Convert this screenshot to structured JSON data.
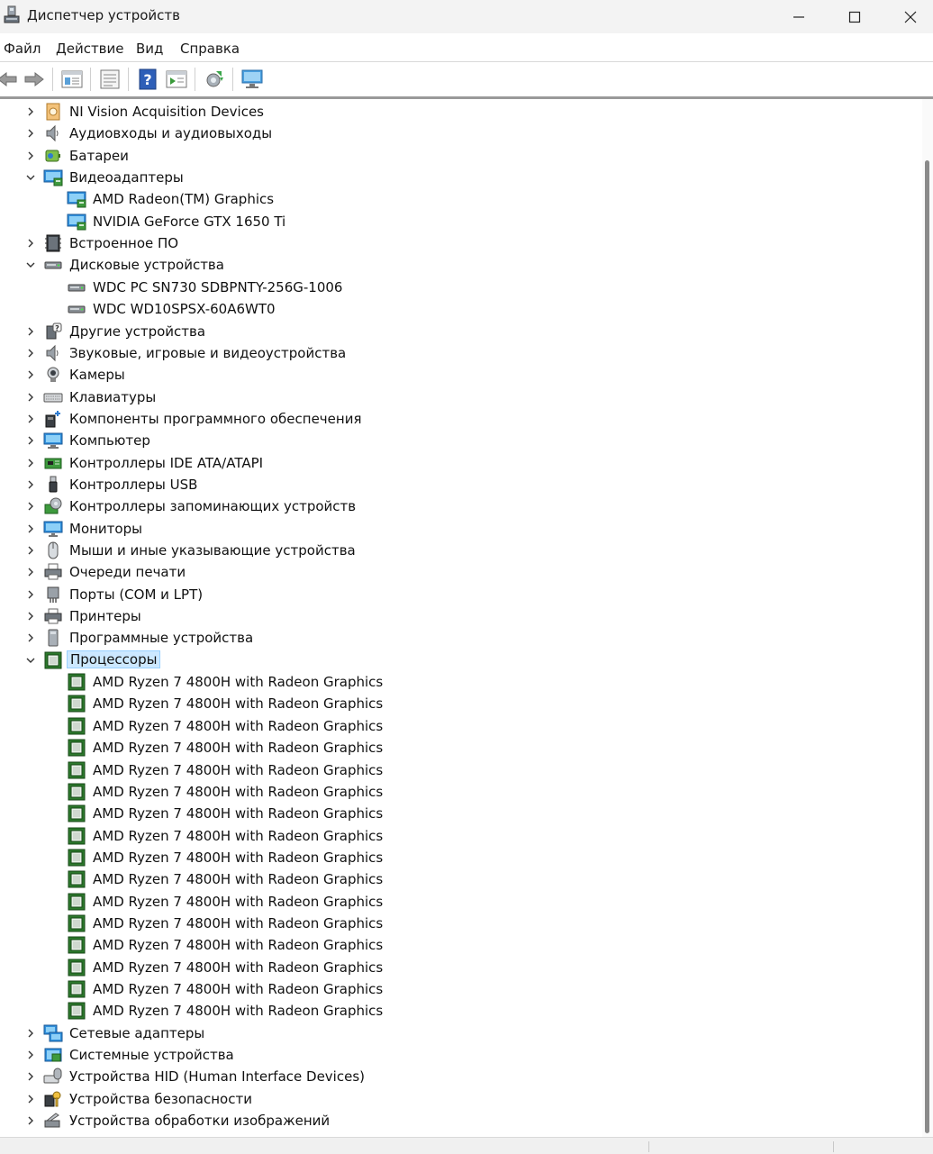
{
  "window": {
    "title": "Диспетчер устройств"
  },
  "menu": [
    "Файл",
    "Действие",
    "Вид",
    "Справка"
  ],
  "toolbar": [
    "back-icon",
    "forward-icon",
    "properties-icon",
    "list-view-icon",
    "help-icon",
    "action-view-icon",
    "update-driver-icon",
    "monitor-scan-icon"
  ],
  "tree": [
    {
      "label": "NI Vision Acquisition Devices",
      "icon": "vision-device-icon",
      "level": 0,
      "state": "collapsed"
    },
    {
      "label": "Аудиовходы и аудиовыходы",
      "icon": "speaker-icon",
      "level": 0,
      "state": "collapsed"
    },
    {
      "label": "Батареи",
      "icon": "battery-icon",
      "level": 0,
      "state": "collapsed"
    },
    {
      "label": "Видеоадаптеры",
      "icon": "display-adapter-icon",
      "level": 0,
      "state": "expanded"
    },
    {
      "label": "AMD Radeon(TM) Graphics",
      "icon": "display-adapter-icon",
      "level": 1,
      "state": "leaf"
    },
    {
      "label": "NVIDIA GeForce GTX 1650 Ti",
      "icon": "display-adapter-icon",
      "level": 1,
      "state": "leaf"
    },
    {
      "label": "Встроенное ПО",
      "icon": "firmware-icon",
      "level": 0,
      "state": "collapsed"
    },
    {
      "label": "Дисковые устройства",
      "icon": "disk-drive-icon",
      "level": 0,
      "state": "expanded"
    },
    {
      "label": "WDC PC SN730 SDBPNTY-256G-1006",
      "icon": "disk-drive-icon",
      "level": 1,
      "state": "leaf"
    },
    {
      "label": "WDC WD10SPSX-60A6WT0",
      "icon": "disk-drive-icon",
      "level": 1,
      "state": "leaf"
    },
    {
      "label": "Другие устройства",
      "icon": "unknown-device-icon",
      "level": 0,
      "state": "collapsed"
    },
    {
      "label": "Звуковые, игровые и видеоустройства",
      "icon": "speaker-icon",
      "level": 0,
      "state": "collapsed"
    },
    {
      "label": "Камеры",
      "icon": "camera-icon",
      "level": 0,
      "state": "collapsed"
    },
    {
      "label": "Клавиатуры",
      "icon": "keyboard-icon",
      "level": 0,
      "state": "collapsed"
    },
    {
      "label": "Компоненты программного обеспечения",
      "icon": "software-component-icon",
      "level": 0,
      "state": "collapsed"
    },
    {
      "label": "Компьютер",
      "icon": "computer-icon",
      "level": 0,
      "state": "collapsed"
    },
    {
      "label": "Контроллеры IDE ATA/ATAPI",
      "icon": "ide-controller-icon",
      "level": 0,
      "state": "collapsed"
    },
    {
      "label": "Контроллеры USB",
      "icon": "usb-icon",
      "level": 0,
      "state": "collapsed"
    },
    {
      "label": "Контроллеры запоминающих устройств",
      "icon": "storage-controller-icon",
      "level": 0,
      "state": "collapsed"
    },
    {
      "label": "Мониторы",
      "icon": "monitor-icon",
      "level": 0,
      "state": "collapsed"
    },
    {
      "label": "Мыши и иные указывающие устройства",
      "icon": "mouse-icon",
      "level": 0,
      "state": "collapsed"
    },
    {
      "label": "Очереди печати",
      "icon": "print-queue-icon",
      "level": 0,
      "state": "collapsed"
    },
    {
      "label": "Порты (COM и LPT)",
      "icon": "port-icon",
      "level": 0,
      "state": "collapsed"
    },
    {
      "label": "Принтеры",
      "icon": "printer-icon",
      "level": 0,
      "state": "collapsed"
    },
    {
      "label": "Программные устройства",
      "icon": "software-device-icon",
      "level": 0,
      "state": "collapsed"
    },
    {
      "label": "Процессоры",
      "icon": "processor-icon",
      "level": 0,
      "state": "expanded",
      "selected": true
    },
    {
      "label": "AMD Ryzen 7 4800H with Radeon Graphics",
      "icon": "processor-icon",
      "level": 1,
      "state": "leaf"
    },
    {
      "label": "AMD Ryzen 7 4800H with Radeon Graphics",
      "icon": "processor-icon",
      "level": 1,
      "state": "leaf"
    },
    {
      "label": "AMD Ryzen 7 4800H with Radeon Graphics",
      "icon": "processor-icon",
      "level": 1,
      "state": "leaf"
    },
    {
      "label": "AMD Ryzen 7 4800H with Radeon Graphics",
      "icon": "processor-icon",
      "level": 1,
      "state": "leaf"
    },
    {
      "label": "AMD Ryzen 7 4800H with Radeon Graphics",
      "icon": "processor-icon",
      "level": 1,
      "state": "leaf"
    },
    {
      "label": "AMD Ryzen 7 4800H with Radeon Graphics",
      "icon": "processor-icon",
      "level": 1,
      "state": "leaf"
    },
    {
      "label": "AMD Ryzen 7 4800H with Radeon Graphics",
      "icon": "processor-icon",
      "level": 1,
      "state": "leaf"
    },
    {
      "label": "AMD Ryzen 7 4800H with Radeon Graphics",
      "icon": "processor-icon",
      "level": 1,
      "state": "leaf"
    },
    {
      "label": "AMD Ryzen 7 4800H with Radeon Graphics",
      "icon": "processor-icon",
      "level": 1,
      "state": "leaf"
    },
    {
      "label": "AMD Ryzen 7 4800H with Radeon Graphics",
      "icon": "processor-icon",
      "level": 1,
      "state": "leaf"
    },
    {
      "label": "AMD Ryzen 7 4800H with Radeon Graphics",
      "icon": "processor-icon",
      "level": 1,
      "state": "leaf"
    },
    {
      "label": "AMD Ryzen 7 4800H with Radeon Graphics",
      "icon": "processor-icon",
      "level": 1,
      "state": "leaf"
    },
    {
      "label": "AMD Ryzen 7 4800H with Radeon Graphics",
      "icon": "processor-icon",
      "level": 1,
      "state": "leaf"
    },
    {
      "label": "AMD Ryzen 7 4800H with Radeon Graphics",
      "icon": "processor-icon",
      "level": 1,
      "state": "leaf"
    },
    {
      "label": "AMD Ryzen 7 4800H with Radeon Graphics",
      "icon": "processor-icon",
      "level": 1,
      "state": "leaf"
    },
    {
      "label": "AMD Ryzen 7 4800H with Radeon Graphics",
      "icon": "processor-icon",
      "level": 1,
      "state": "leaf"
    },
    {
      "label": "Сетевые адаптеры",
      "icon": "network-adapter-icon",
      "level": 0,
      "state": "collapsed"
    },
    {
      "label": "Системные устройства",
      "icon": "system-device-icon",
      "level": 0,
      "state": "collapsed"
    },
    {
      "label": "Устройства HID (Human Interface Devices)",
      "icon": "hid-icon",
      "level": 0,
      "state": "collapsed"
    },
    {
      "label": "Устройства безопасности",
      "icon": "security-device-icon",
      "level": 0,
      "state": "collapsed"
    },
    {
      "label": "Устройства обработки изображений",
      "icon": "imaging-device-icon",
      "level": 0,
      "state": "collapsed"
    }
  ]
}
